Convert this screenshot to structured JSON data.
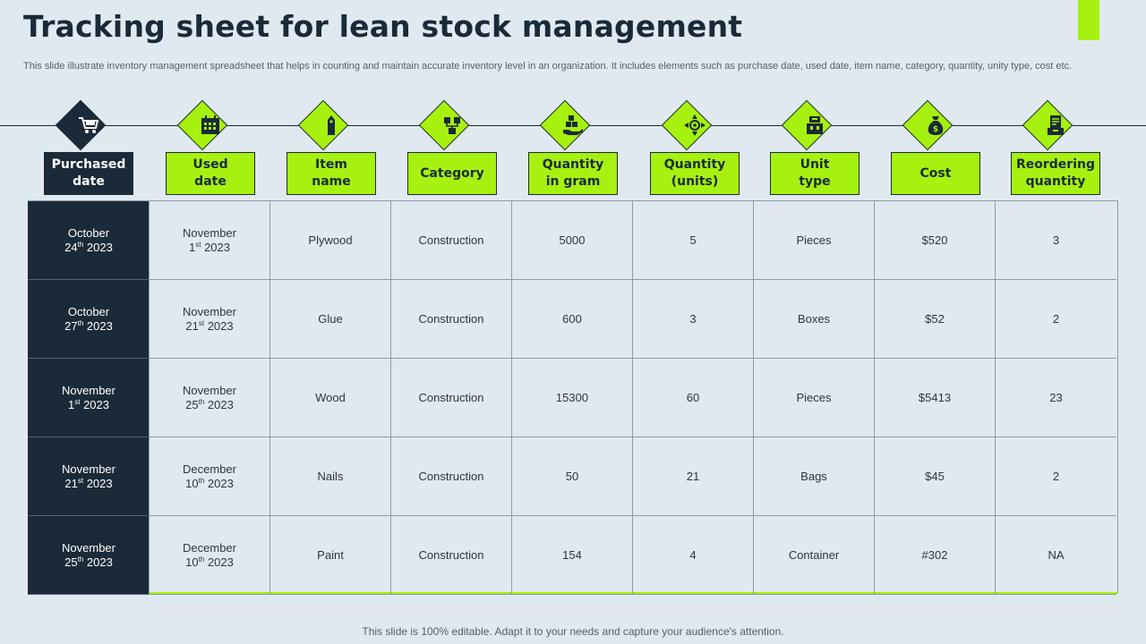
{
  "title": "Tracking sheet for lean stock management",
  "description": "This slide illustrate inventory management spreadsheet that helps in counting and maintain accurate inventory level in an organization. It includes elements such as purchase date, used date, item name, category, quantity, unity type, cost etc.",
  "footer": "This slide is 100% editable. Adapt it to your needs and capture your audience's attention.",
  "colors": {
    "accent": "#a6f10f",
    "dark": "#1b2a38",
    "background": "#e1e9f0"
  },
  "columns": [
    {
      "line1": "Purchased",
      "line2": "date",
      "icon": "cart-icon"
    },
    {
      "line1": "Used",
      "line2": "date",
      "icon": "calendar-icon"
    },
    {
      "line1": "Item",
      "line2": "name",
      "icon": "tag-icon"
    },
    {
      "line1": "Category",
      "line2": "",
      "icon": "network-icon"
    },
    {
      "line1": "Quantity",
      "line2": "in gram",
      "icon": "boxes-hand-icon"
    },
    {
      "line1": "Quantity",
      "line2": "(units)",
      "icon": "arrows-compass-icon"
    },
    {
      "line1": "Unit",
      "line2": "type",
      "icon": "factory-icon"
    },
    {
      "line1": "Cost",
      "line2": "",
      "icon": "money-bag-icon"
    },
    {
      "line1": "Reordering",
      "line2": "quantity",
      "icon": "document-box-icon"
    }
  ],
  "rows": [
    {
      "purchased": {
        "month": "October",
        "day": "24",
        "suffix": "th",
        "year": "2023"
      },
      "used": {
        "month": "November",
        "day": "1",
        "suffix": "st",
        "year": "2023"
      },
      "item": "Plywood",
      "category": "Construction",
      "grams": "5000",
      "units": "5",
      "unit_type": "Pieces",
      "cost": "$520",
      "reorder": "3"
    },
    {
      "purchased": {
        "month": "October",
        "day": "27",
        "suffix": "th",
        "year": "2023"
      },
      "used": {
        "month": "November",
        "day": "21",
        "suffix": "st",
        "year": "2023"
      },
      "item": "Glue",
      "category": "Construction",
      "grams": "600",
      "units": "3",
      "unit_type": "Boxes",
      "cost": "$52",
      "reorder": "2"
    },
    {
      "purchased": {
        "month": "November",
        "day": "1",
        "suffix": "st",
        "year": "2023"
      },
      "used": {
        "month": "November",
        "day": "25",
        "suffix": "th",
        "year": "2023"
      },
      "item": "Wood",
      "category": "Construction",
      "grams": "15300",
      "units": "60",
      "unit_type": "Pieces",
      "cost": "$5413",
      "reorder": "23"
    },
    {
      "purchased": {
        "month": "November",
        "day": "21",
        "suffix": "st",
        "year": "2023"
      },
      "used": {
        "month": "December",
        "day": "10",
        "suffix": "th",
        "year": "2023"
      },
      "item": "Nails",
      "category": "Construction",
      "grams": "50",
      "units": "21",
      "unit_type": "Bags",
      "cost": "$45",
      "reorder": "2"
    },
    {
      "purchased": {
        "month": "November",
        "day": "25",
        "suffix": "th",
        "year": "2023"
      },
      "used": {
        "month": "December",
        "day": "10",
        "suffix": "th",
        "year": "2023"
      },
      "item": "Paint",
      "category": "Construction",
      "grams": "154",
      "units": "4",
      "unit_type": "Container",
      "cost": "#302",
      "reorder": "NA"
    }
  ]
}
